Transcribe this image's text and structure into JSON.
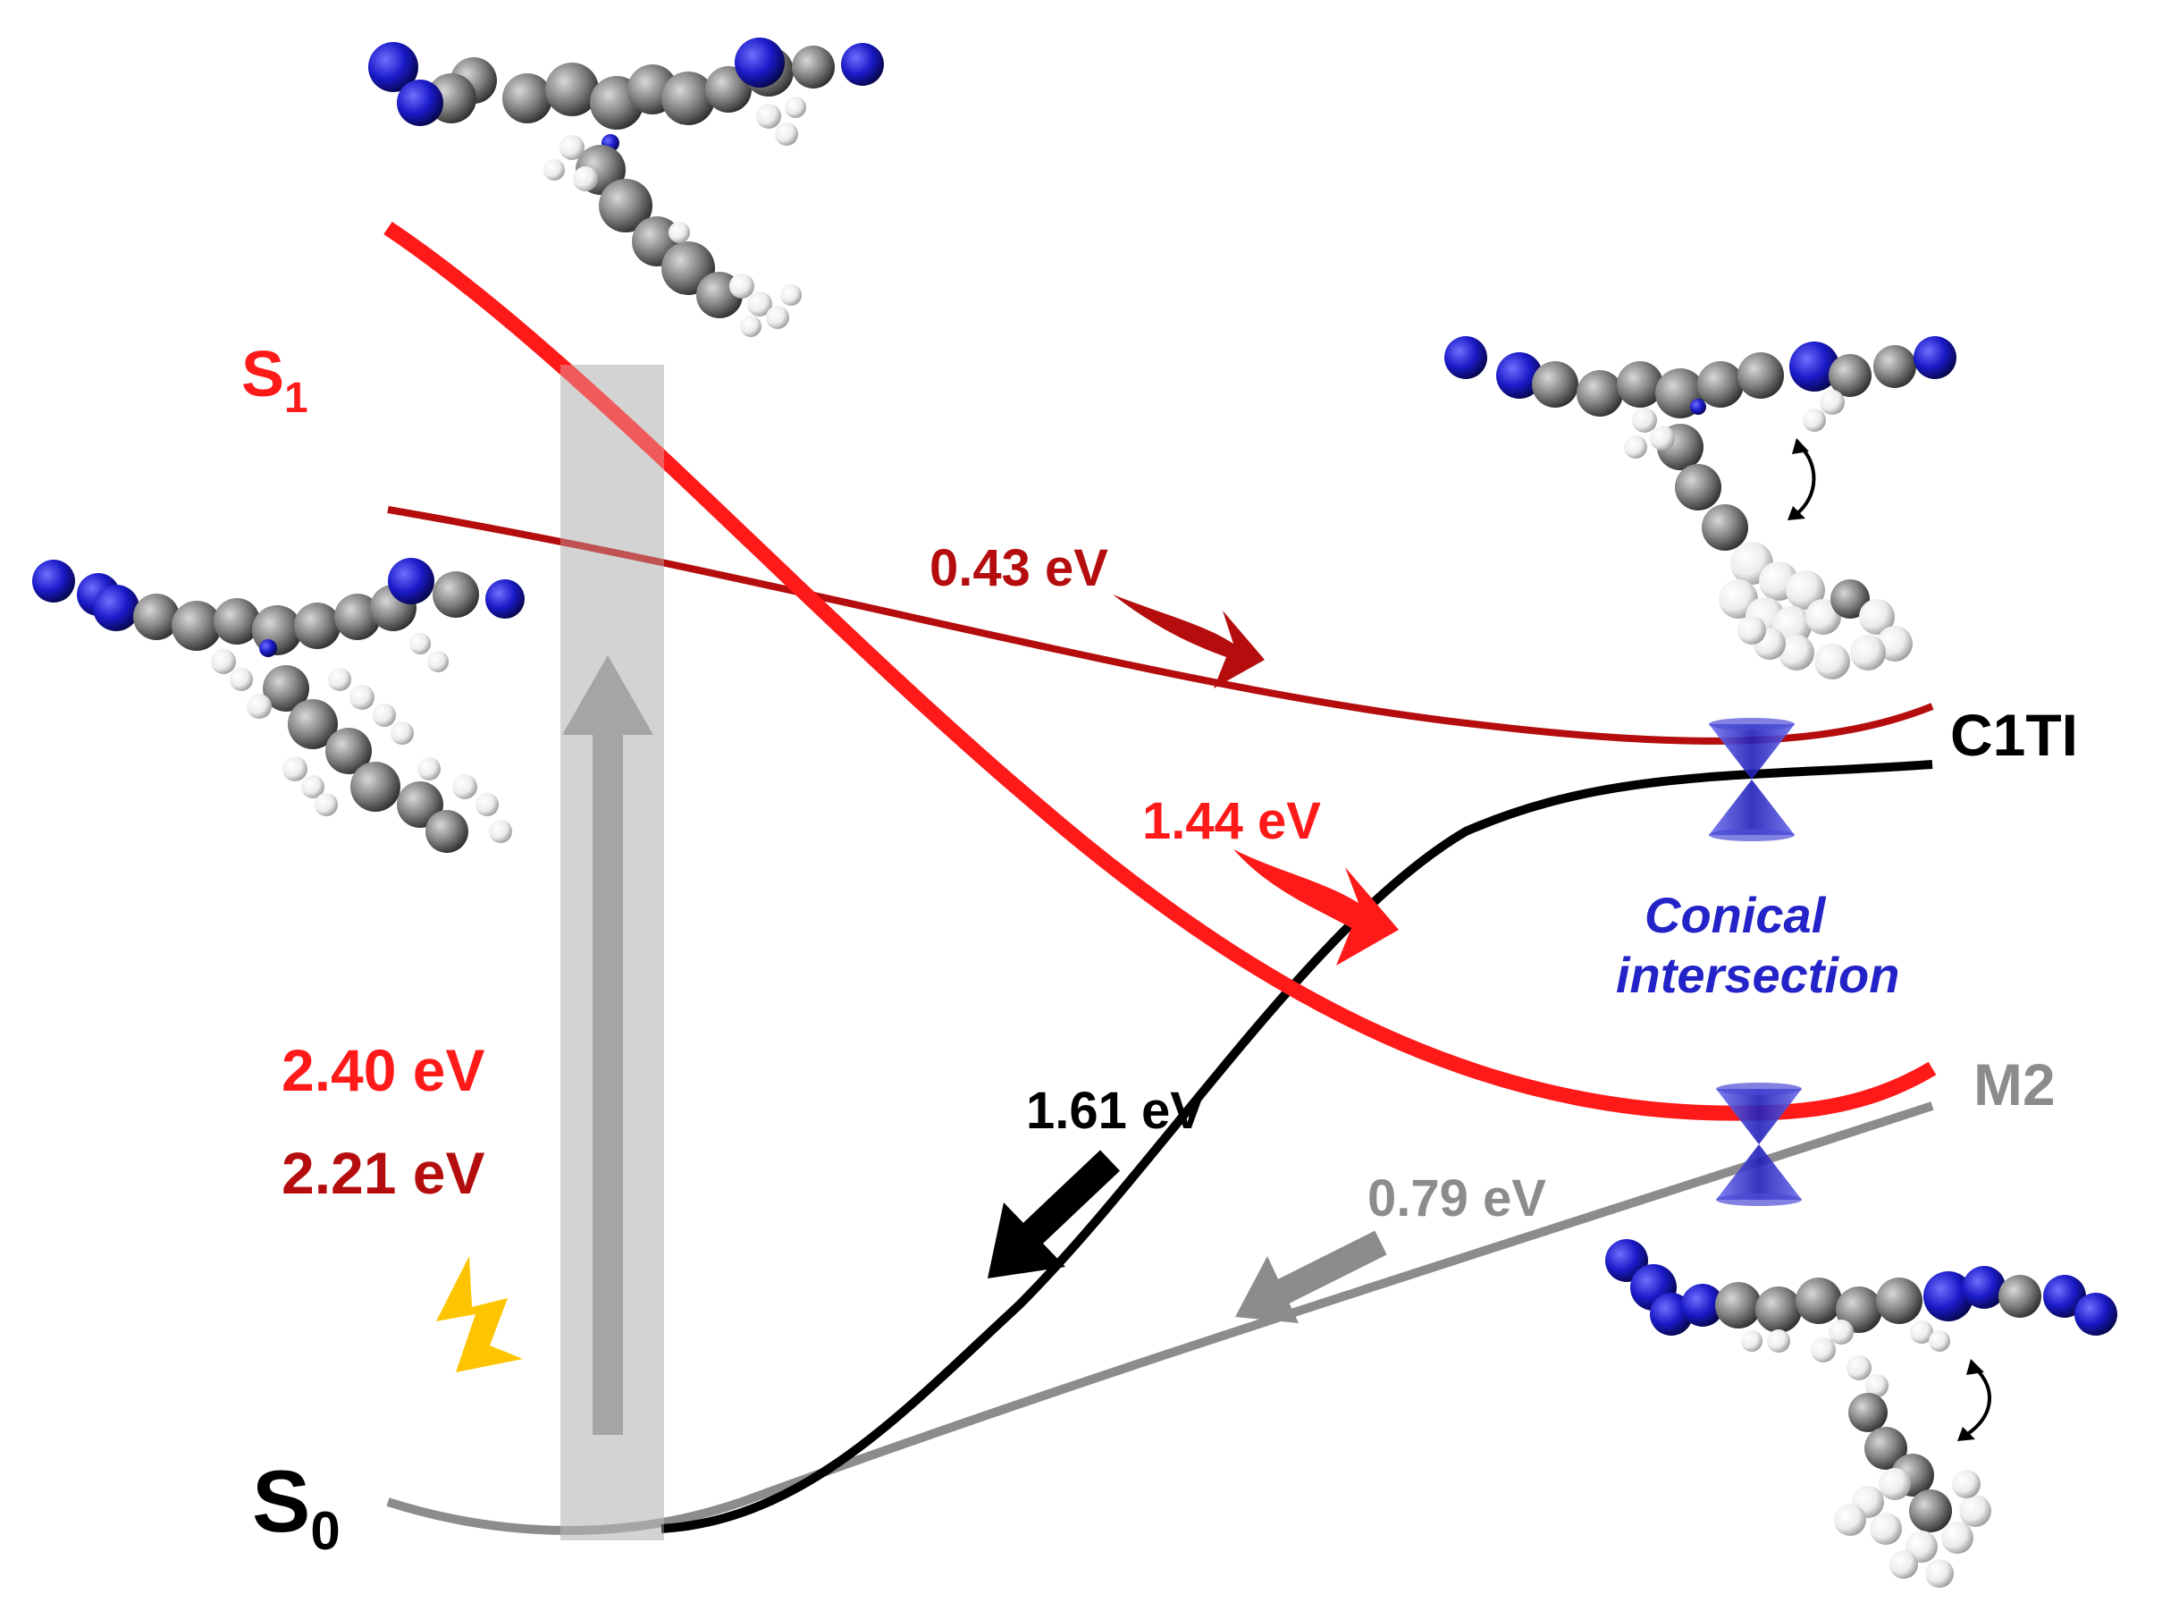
{
  "colors": {
    "s1_bright": "#ff1a1a",
    "s1_dark": "#b50d0d",
    "s0_black": "#000000",
    "s0_gray": "#8c8c8c",
    "excitation_bar": "#d3d3d3",
    "conical_intersection": "#2323c8",
    "lightning": "#ffc400",
    "nitrogen": "#1a1ac8",
    "carbon": "#808080",
    "hydrogen": "#f2f2f2"
  },
  "state_labels": {
    "s1_letter": "S",
    "s1_sub": "1",
    "s0_letter": "S",
    "s0_sub": "0",
    "c1ti": "C1TI",
    "m2": "M2"
  },
  "energies": {
    "e_043": "0.43 eV",
    "e_144": "1.44 eV",
    "e_161": "1.61 eV",
    "e_079": "0.79 eV",
    "e_240": "2.40 eV",
    "e_221": "2.21 eV"
  },
  "conical": {
    "line1": "Conical",
    "line2": "intersection"
  },
  "icons": {
    "excitation": "lightning-bolt-icon",
    "intersection": "hourglass-cone-icon",
    "rotation": "double-headed-curved-arrow-icon"
  }
}
